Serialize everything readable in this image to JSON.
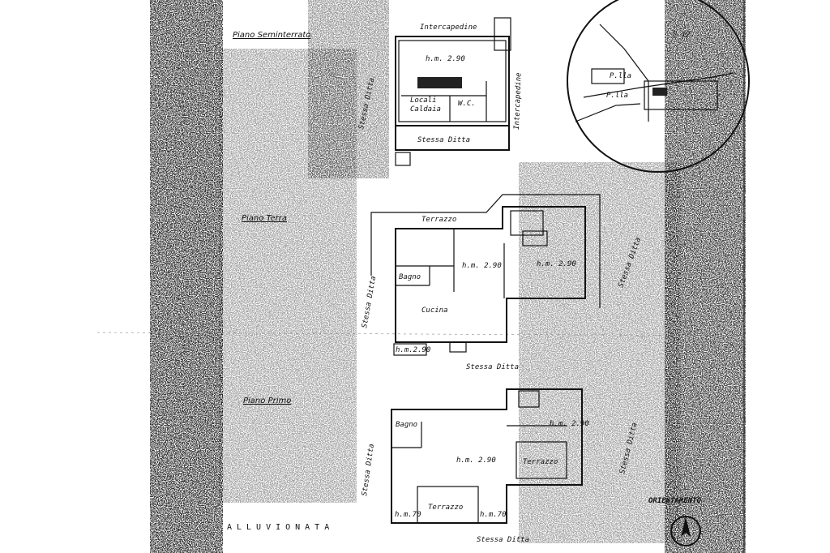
{
  "floors": {
    "semi": {
      "title": "Piano Seminterrato",
      "top": "Intercapedine",
      "room_h": "h.m. 2.90",
      "locali": "Locali",
      "caldaia": "Caldaia",
      "wc": "W.C.",
      "bottom": "Stessa Ditta",
      "left": "Stessa Ditta",
      "right": "Intercapedine"
    },
    "terra": {
      "title": "Piano Terra",
      "terrazza": "Terrazzo",
      "h1": "h.m. 2.90",
      "h2": "h.m. 2.90",
      "bagno": "Bagno",
      "cucina": "Cucina",
      "bottom": "Stessa Ditta",
      "left": "Stessa Ditta",
      "right": "Stessa Ditta",
      "corner": "h.m.2.90"
    },
    "primo": {
      "title": "Piano Primo",
      "bagno": "Bagno",
      "h1": "h.m. 2.90",
      "h2": "h.m. 2.90",
      "terrazzo1": "Terrazzo",
      "terrazzo2": "Terrazzo",
      "bottom": "Stessa Ditta",
      "left": "Stessa Ditta",
      "right": "Stessa Ditta",
      "hm1": "h.m.70",
      "hm2": "h.m.70"
    }
  },
  "street": "ALLUVIONATA",
  "orientation": "ORIENTAMENTO",
  "map": {
    "label1": "S.12",
    "label2": "P.lla",
    "label3": "P.lla"
  }
}
